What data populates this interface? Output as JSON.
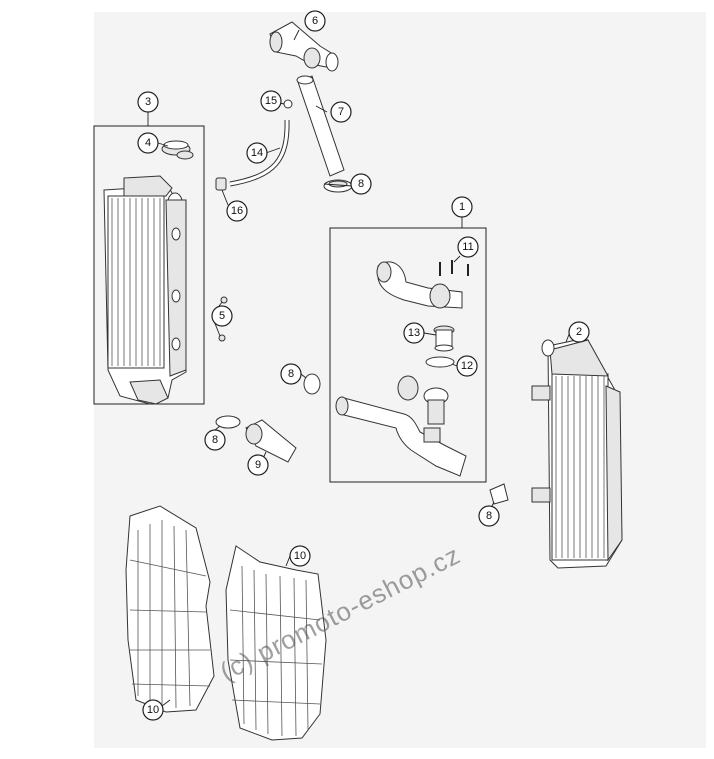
{
  "diagram": {
    "callouts": [
      {
        "id": "c6",
        "label": "6"
      },
      {
        "id": "c7",
        "label": "7"
      },
      {
        "id": "c15",
        "label": "15"
      },
      {
        "id": "c3",
        "label": "3"
      },
      {
        "id": "c4",
        "label": "4"
      },
      {
        "id": "c14",
        "label": "14"
      },
      {
        "id": "c8a",
        "label": "8"
      },
      {
        "id": "c16",
        "label": "16"
      },
      {
        "id": "c1",
        "label": "1"
      },
      {
        "id": "c11",
        "label": "11"
      },
      {
        "id": "c5",
        "label": "5"
      },
      {
        "id": "c2",
        "label": "2"
      },
      {
        "id": "c13",
        "label": "13"
      },
      {
        "id": "c12",
        "label": "12"
      },
      {
        "id": "c8b",
        "label": "8"
      },
      {
        "id": "c8c",
        "label": "8"
      },
      {
        "id": "c9",
        "label": "9"
      },
      {
        "id": "c8d",
        "label": "8"
      },
      {
        "id": "c10a",
        "label": "10"
      },
      {
        "id": "c10b",
        "label": "10"
      }
    ]
  },
  "watermark": "(c) promoto-eshop.cz"
}
